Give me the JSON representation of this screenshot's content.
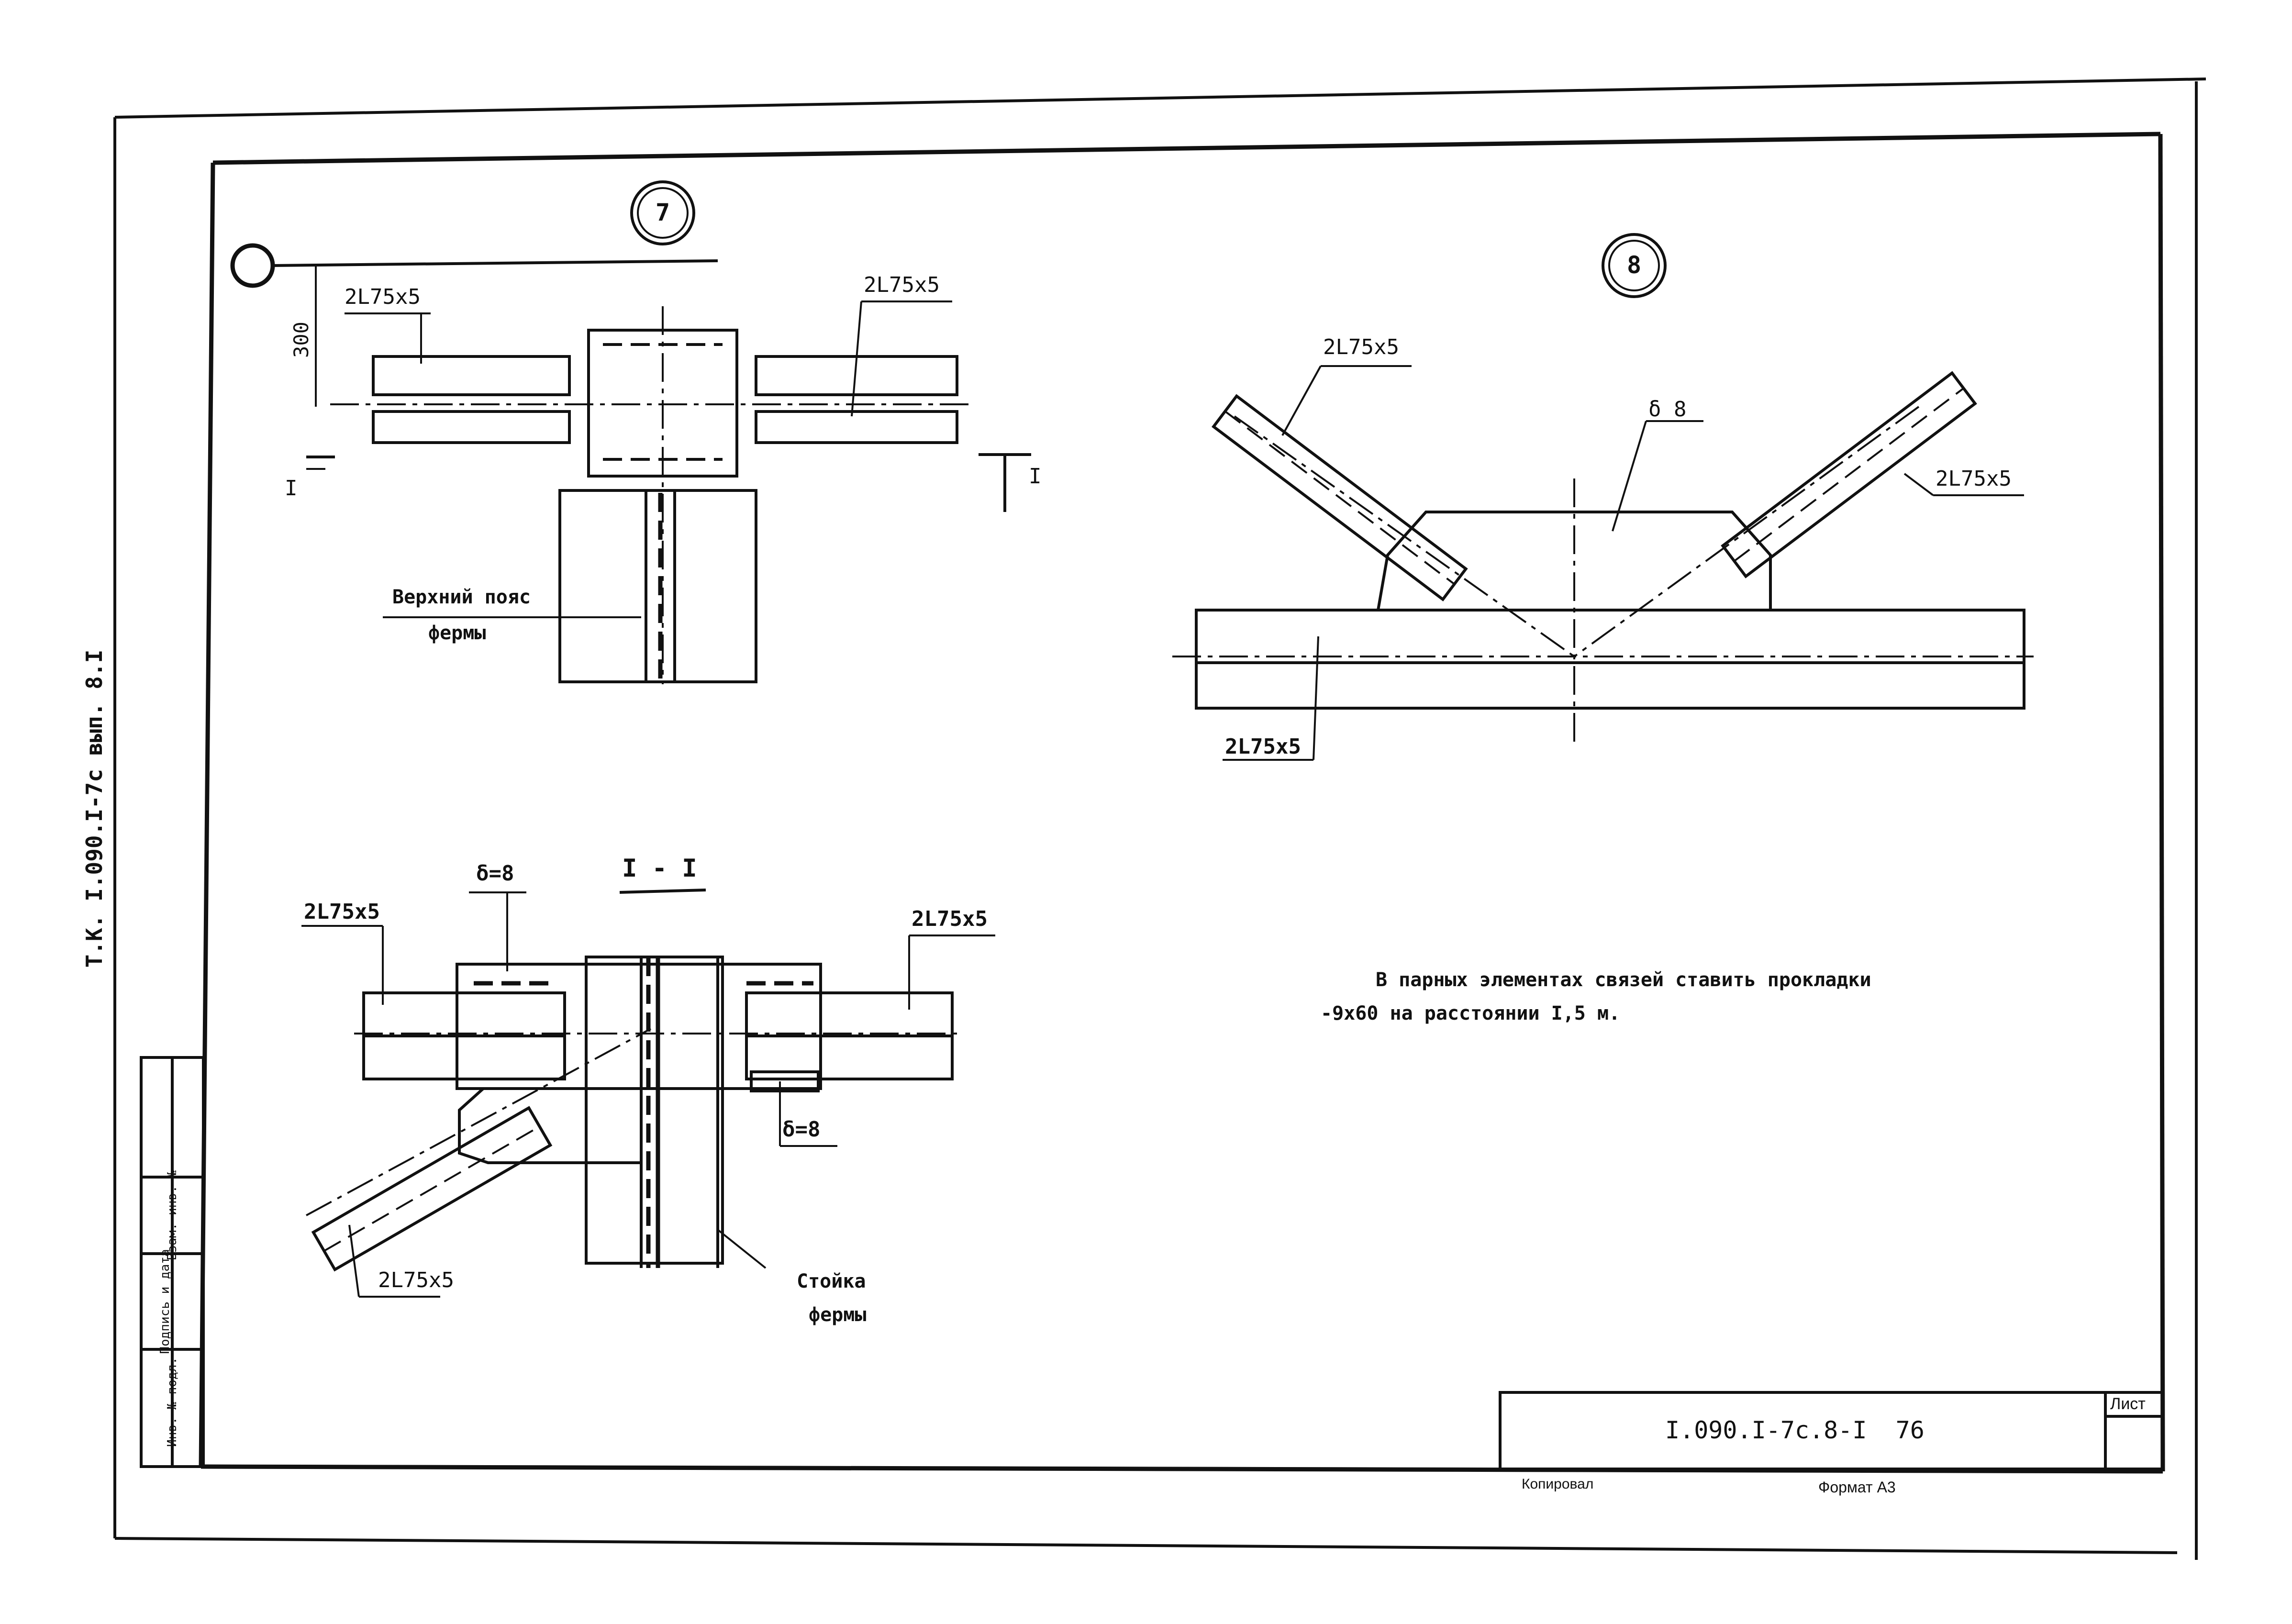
{
  "drawing": {
    "side_stamp": "Т.К. I.090.I-7с вып. 8.I",
    "side_table": [
      "Инв. № подл.",
      "Подпись и дата",
      "Взам. инв. №"
    ],
    "detail_7": {
      "marker": "7",
      "dim_300": "300",
      "angle_left": "2L75x5",
      "angle_right": "2L75x5",
      "section_mark_left": "I",
      "section_mark_right": "I",
      "callout_chord_1": "Верхний пояс",
      "callout_chord_2": "фермы"
    },
    "detail_8": {
      "marker": "8",
      "angle_left": "2L75x5",
      "angle_right": "2L75x5",
      "angle_bottom": "2L75x5",
      "plate": "δ 8"
    },
    "section_I": {
      "title": "I - I",
      "plate_top": "δ=8",
      "plate_bottom": "δ=8",
      "angle_left": "2L75x5",
      "angle_right": "2L75x5",
      "angle_diag": "2L75x5",
      "callout_post_1": "Стойка",
      "callout_post_2": "фермы"
    },
    "note_line_1": "В парных элементах связей ставить прокладки",
    "note_line_2": "-9x60 на расстоянии I,5 м.",
    "title_block": {
      "code": "I.090.I-7с.8-I  76",
      "sheet_label": "Лист",
      "copied": "Копировал",
      "format": "Формат А3"
    }
  }
}
